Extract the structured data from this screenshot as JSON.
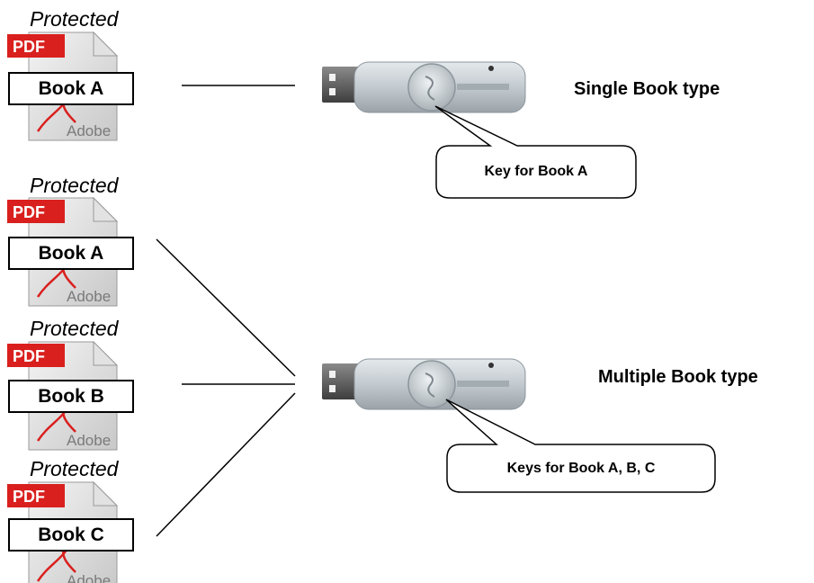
{
  "books": [
    {
      "protected_label": "Protected",
      "pdf_badge": "PDF",
      "adobe_label": "Adobe",
      "name": "Book A"
    },
    {
      "protected_label": "Protected",
      "pdf_badge": "PDF",
      "adobe_label": "Adobe",
      "name": "Book A"
    },
    {
      "protected_label": "Protected",
      "pdf_badge": "PDF",
      "adobe_label": "Adobe",
      "name": "Book B"
    },
    {
      "protected_label": "Protected",
      "pdf_badge": "PDF",
      "adobe_label": "Adobe",
      "name": "Book C"
    }
  ],
  "single": {
    "type_label": "Single Book type",
    "key_callout": "Key for Book A"
  },
  "multiple": {
    "type_label": "Multiple Book type",
    "key_callout": "Keys for Book A, B, C"
  },
  "colors": {
    "pdf_red": "#d9201e",
    "usb_silver": "#c9cfd3",
    "line": "#000000"
  }
}
